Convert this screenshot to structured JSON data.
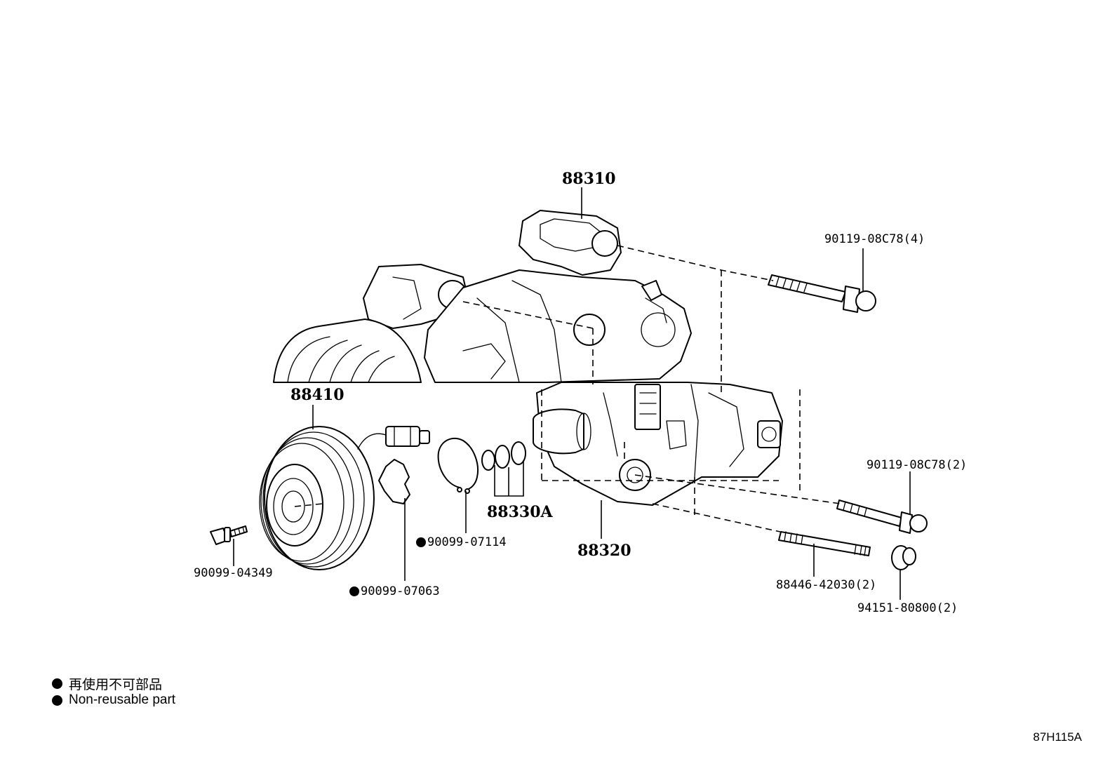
{
  "callouts": {
    "compressor": "88310",
    "bolt_upper": "90119-08C78(4)",
    "clutch": "88410",
    "bolt_middle": "90119-08C78(2)",
    "o_rings": "88330A",
    "rear_housing": "88320",
    "clutch_bolt": "90099-04349",
    "snap_ring": "90099-07114",
    "shim": "90099-07063",
    "stud": "88446-42030(2)",
    "nut": "94151-80800(2)"
  },
  "legend": {
    "japanese": "再使用不可部品",
    "english": "Non-reusable part"
  },
  "figure_code": "87H115A"
}
